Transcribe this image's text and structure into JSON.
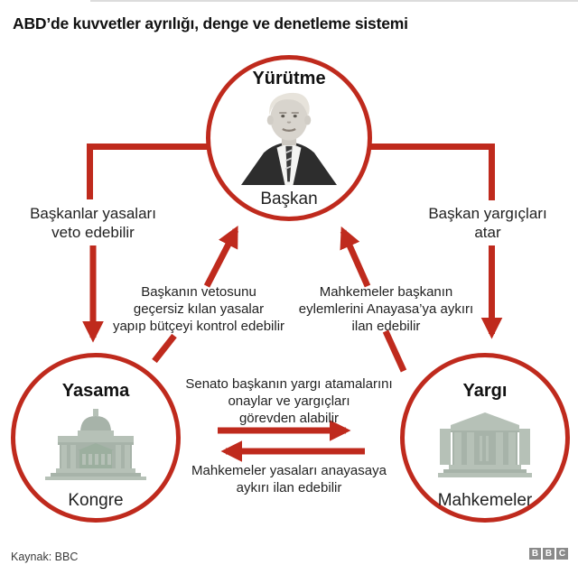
{
  "title": "ABD’de kuvvetler ayrılığı, denge ve denetleme sistemi",
  "colors": {
    "accent_red": "#bf2a1d",
    "text_dark": "#1f1f1f",
    "building_fill": "#b6c1b7",
    "building_shade": "#a7b3a9",
    "bbc_gray": "#8a8a8a"
  },
  "nodes": {
    "executive": {
      "title": "Yürütme",
      "subtitle": "Başkan",
      "icon": "president-portrait"
    },
    "legislative": {
      "title": "Yasama",
      "subtitle": "Kongre",
      "icon": "capitol-building-icon"
    },
    "judiciary": {
      "title": "Yargı",
      "subtitle": "Mahkemeler",
      "icon": "courthouse-building-icon"
    }
  },
  "edges": {
    "veto": {
      "lines": [
        "Başkanlar yasaları",
        "veto edebilir"
      ]
    },
    "appoint": {
      "lines": [
        "Başkan yargıçları",
        "atar"
      ]
    },
    "override": {
      "lines": [
        "Başkanın vetosunu",
        "geçersiz kılan yasalar",
        "yapıp bütçeyi kontrol edebilir"
      ]
    },
    "unconstitutional_actions": {
      "lines": [
        "Mahkemeler başkanın",
        "eylemlerini Anayasa’ya aykırı",
        "ilan edebilir"
      ]
    },
    "senate": {
      "lines": [
        "Senato başkanın yargı atamalarını",
        "onaylar ve yargıçları",
        "görevden alabilir"
      ]
    },
    "unconstitutional_laws": {
      "lines": [
        "Mahkemeler yasaları anayasaya",
        "aykırı ilan edebilir"
      ]
    }
  },
  "footer": {
    "source": "Kaynak: BBC",
    "logo": [
      "B",
      "B",
      "C"
    ]
  }
}
